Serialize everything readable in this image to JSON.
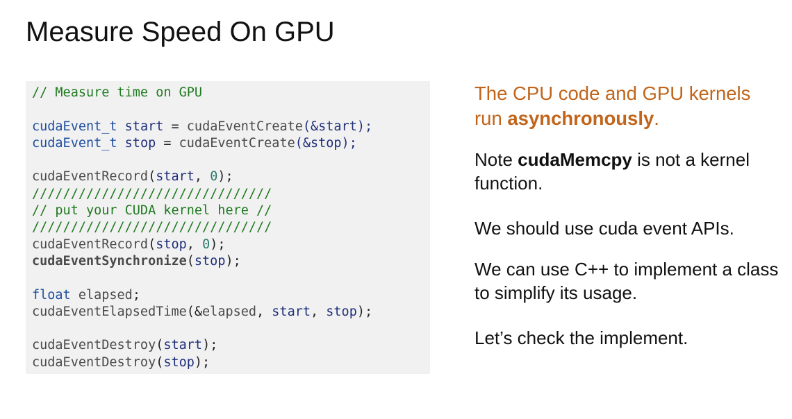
{
  "slide": {
    "title": "Measure Speed On GPU"
  },
  "code": {
    "comment1": "// Measure time on GPU",
    "l_start_type": "cudaEvent_t",
    "l_start_var": "start",
    "l_start_rest1": " = ",
    "l_start_fn": "cudaEventCreate",
    "l_start_arg": "(&start);",
    "l_stop_type": "cudaEvent_t",
    "l_stop_var": "stop",
    "l_stop_rest1": " = ",
    "l_stop_fn": "cudaEventCreate",
    "l_stop_arg": "(&stop);",
    "rec1_fn": "cudaEventRecord",
    "rec1_args_a": "(",
    "rec1_var": "start",
    "rec1_sep": ", ",
    "rec1_num": "0",
    "rec1_end": ");",
    "slashes1": "///////////////////////////////",
    "comment2": "// put your CUDA kernel here //",
    "slashes2": "///////////////////////////////",
    "rec2_fn": "cudaEventRecord",
    "rec2_args_a": "(",
    "rec2_var": "stop",
    "rec2_sep": ", ",
    "rec2_num": "0",
    "rec2_end": ");",
    "sync_fn": "cudaEventSynchronize",
    "sync_a": "(",
    "sync_var": "stop",
    "sync_end": ");",
    "float_kw": "float",
    "float_var": " elapsed",
    "float_end": ";",
    "el_fn": "cudaEventElapsedTime",
    "el_a": "(&",
    "el_var1": "elapsed",
    "el_sep1": ", ",
    "el_var2": "start",
    "el_sep2": ", ",
    "el_var3": "stop",
    "el_end": ");",
    "d1_fn": "cudaEventDestroy",
    "d1_a": "(",
    "d1_var": "start",
    "d1_end": ");",
    "d2_fn": "cudaEventDestroy",
    "d2_a": "(",
    "d2_var": "stop",
    "d2_end": ");"
  },
  "notes": {
    "n1_text": "The CPU code and GPU kernels run ",
    "n1_bold": "asynchronously",
    "n1_end": ".",
    "n2_pre": "Note ",
    "n2_bold": "cudaMemcpy",
    "n2_post": " is not a kernel function.",
    "n3": "We should use cuda event APIs.",
    "n4": "We can use C++ to implement a class to simplify its usage.",
    "n5": "Let’s check the implement."
  },
  "colors": {
    "accent": "#c0651b",
    "code_bg": "#f1f1f1",
    "comment": "#1f7a1f"
  }
}
